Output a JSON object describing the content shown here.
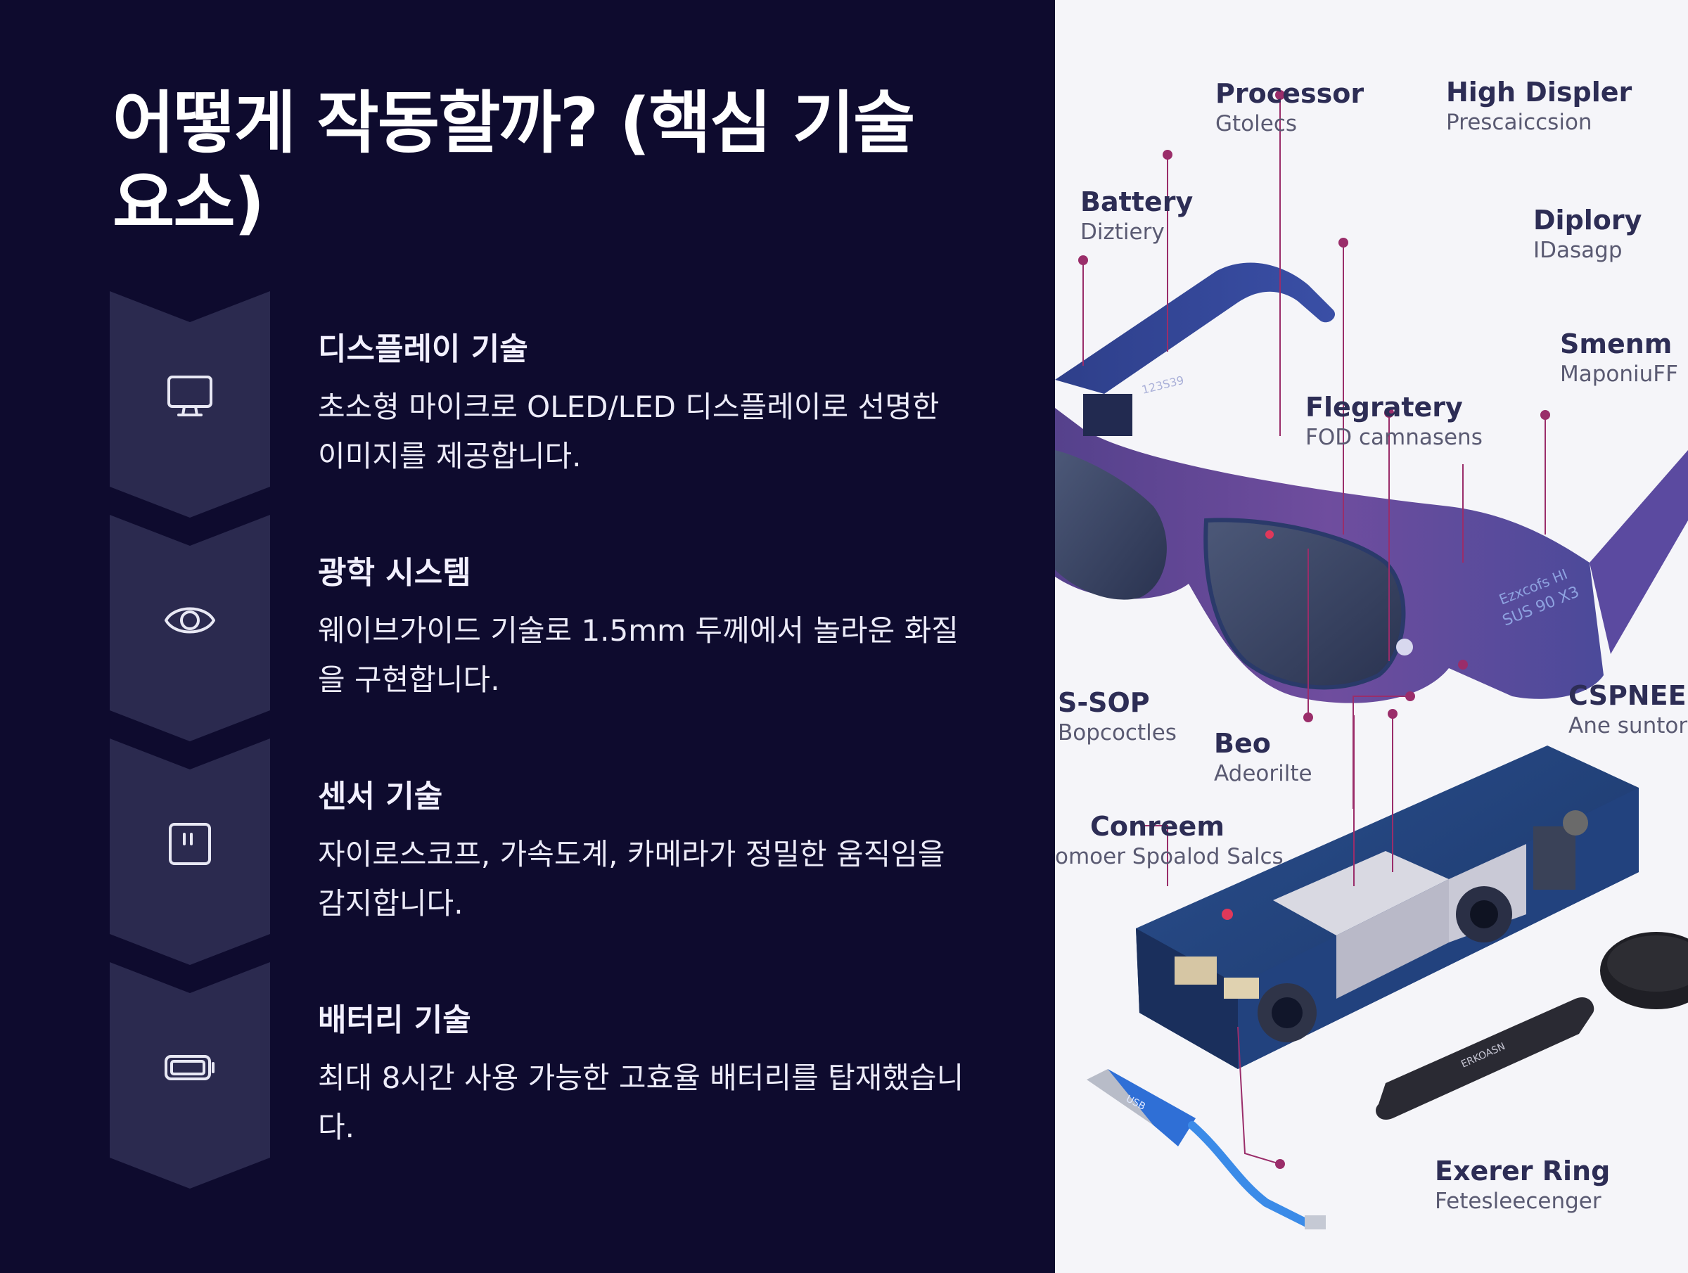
{
  "title": "어떻게 작동할까? (핵심 기술 요소)",
  "items": [
    {
      "icon": "monitor-icon",
      "title": "디스플레이 기술",
      "desc": "초소형 마이크로 OLED/LED 디스플레이로 선명한 이미지를 제공합니다."
    },
    {
      "icon": "eye-icon",
      "title": "광학 시스템",
      "desc": "웨이브가이드 기술로 1.5mm 두께에서 놀라운 화질을 구현합니다."
    },
    {
      "icon": "sensor-icon",
      "title": "센서 기술",
      "desc": "자이로스코프, 가속도계, 카메라가 정밀한 움직임을 감지합니다."
    },
    {
      "icon": "battery-icon",
      "title": "배터리 기술",
      "desc": "최대 8시간 사용 가능한 고효율 배터리를 탑재했습니다."
    }
  ],
  "diagram": {
    "labels": [
      {
        "name": "Processor",
        "sub": "Gtolecs"
      },
      {
        "name": "High Displer",
        "sub": "Prescaiccsion"
      },
      {
        "name": "Battery",
        "sub": "Diztiery"
      },
      {
        "name": "Diplory",
        "sub": "IDasagp"
      },
      {
        "name": "Smenm",
        "sub": "MaponiuFF"
      },
      {
        "name": "Flegratery",
        "sub": "FOD camnasens"
      },
      {
        "name": "S-SOP",
        "sub": "Bopcoctles"
      },
      {
        "name": "Beo",
        "sub": "Adeorilte"
      },
      {
        "name": "CSPNEEB",
        "sub": "Ane suntore"
      },
      {
        "name": "Conreem",
        "sub": "omoer Spoalod Salcs"
      },
      {
        "name": "Exerer Ring",
        "sub": "Fetesleecenger"
      }
    ],
    "frame_text": [
      "123S39",
      "Ezxcofs HI",
      "SUS 90 X3"
    ],
    "board_text": "ERKOASN",
    "usb_text": "USB"
  },
  "colors": {
    "bg": "#0e0b2e",
    "chevron": "#2b2a4f",
    "accent": "#9a2d6a",
    "frame": "#6a4a9c"
  }
}
